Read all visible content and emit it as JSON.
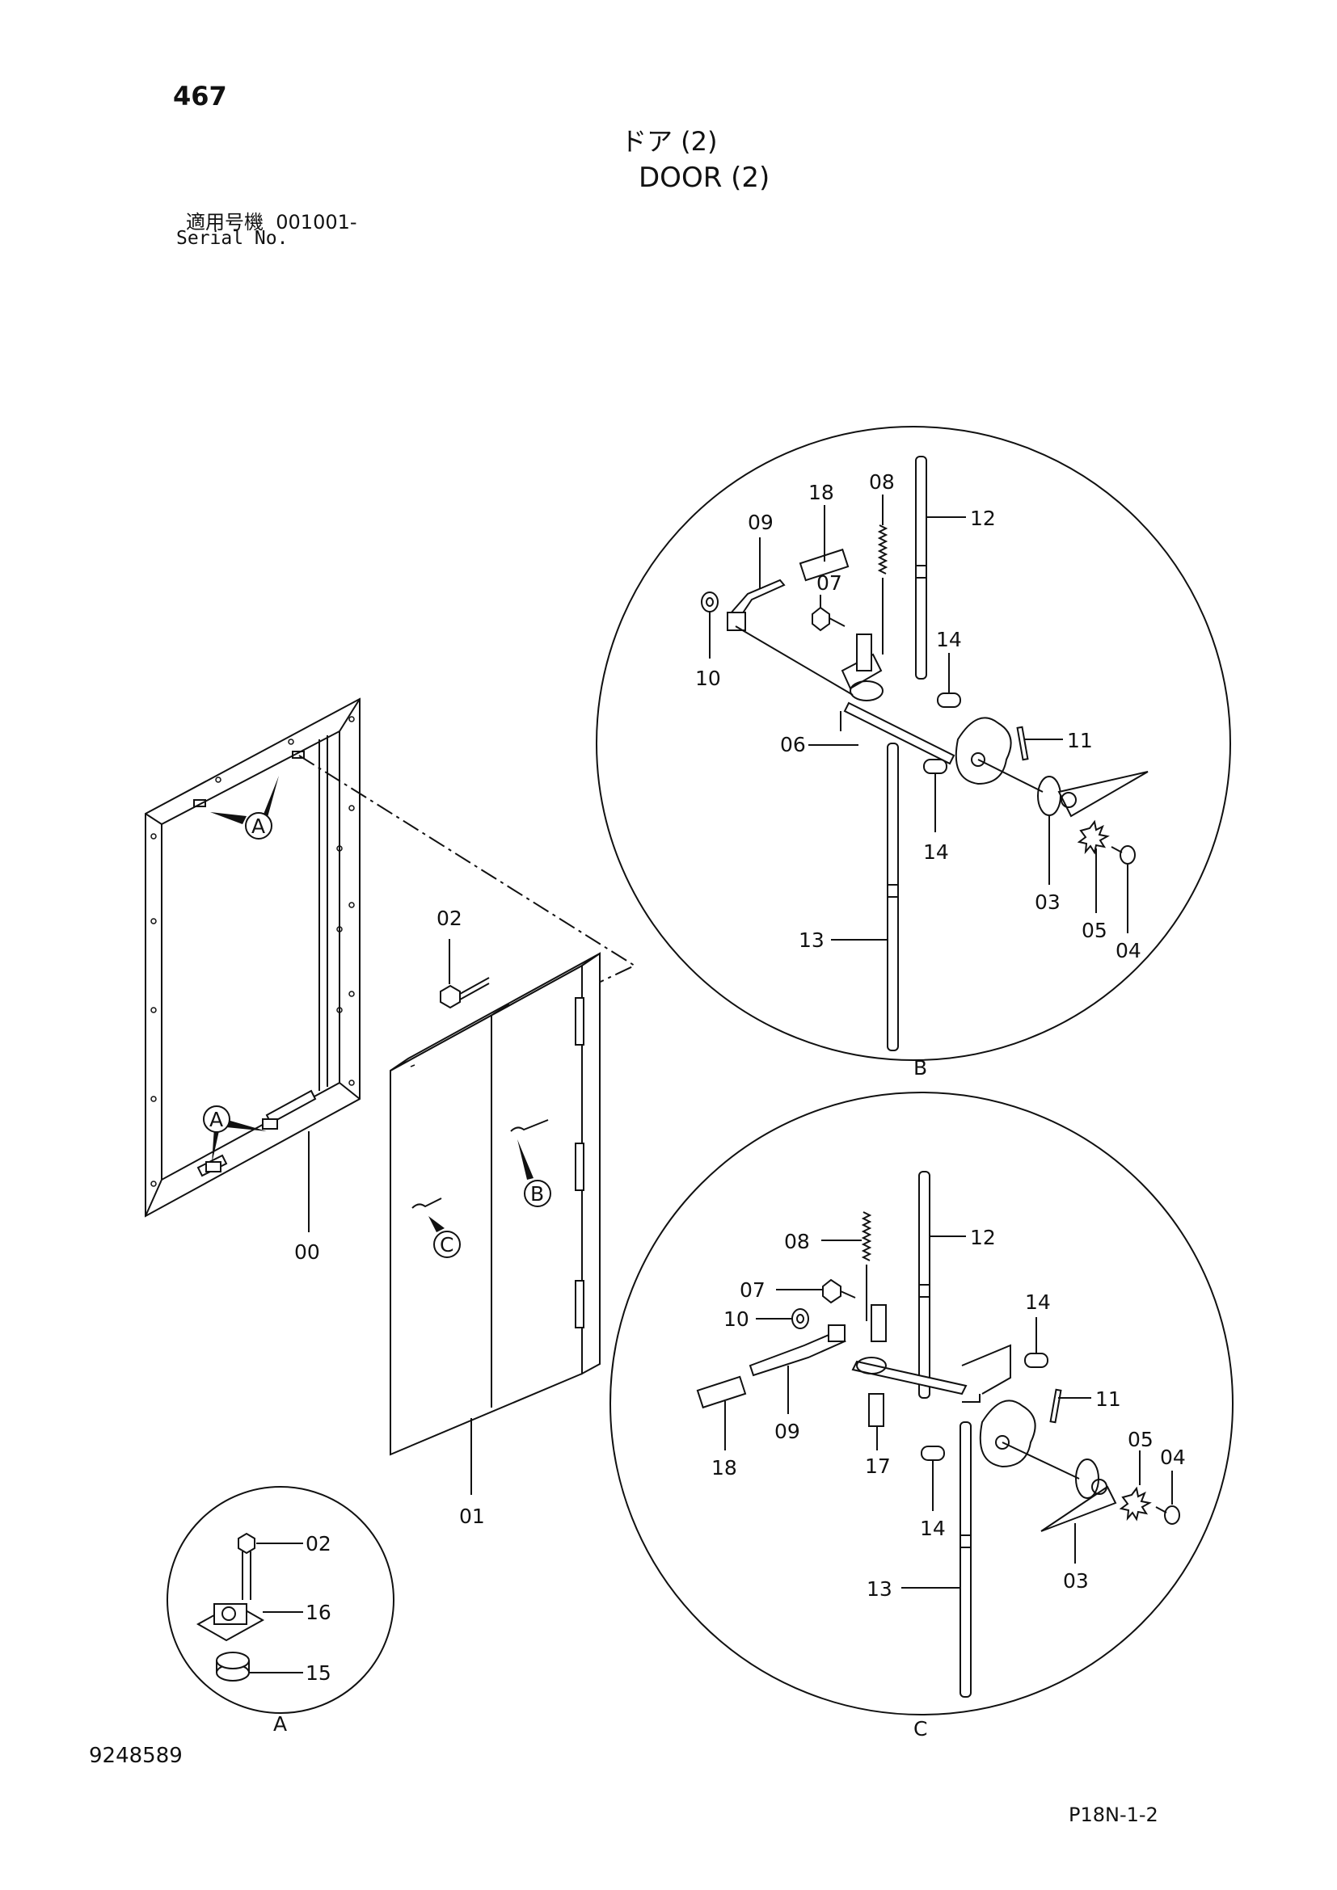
{
  "header": {
    "page_number": "467",
    "title_jp": "ドア (2)",
    "title_en": "DOOR (2)",
    "serial_label_jp": "適用号機",
    "serial_value": "001001-",
    "serial_label_en": "Serial No."
  },
  "footer": {
    "doc_number": "9248589",
    "page_code": "P18N-1-2"
  },
  "detail_markers": {
    "a": "A",
    "b": "B",
    "c": "C"
  },
  "callouts": {
    "main": {
      "frame": "00",
      "door": "01",
      "bolt": "02"
    },
    "detail_a": {
      "bolt": "02",
      "bracket": "16",
      "stopper": "15"
    },
    "detail_b": {
      "p08": "08",
      "p18": "18",
      "p09": "09",
      "p07": "07",
      "p12": "12",
      "p10": "10",
      "p14a": "14",
      "p06": "06",
      "p11": "11",
      "p14b": "14",
      "p03": "03",
      "p05": "05",
      "p04": "04",
      "p13": "13"
    },
    "detail_c": {
      "p08": "08",
      "p12": "12",
      "p07": "07",
      "p14a": "14",
      "p10": "10",
      "p11": "11",
      "p09": "09",
      "p05": "05",
      "p04": "04",
      "p18": "18",
      "p17": "17",
      "p14b": "14",
      "p03": "03",
      "p13": "13"
    }
  }
}
